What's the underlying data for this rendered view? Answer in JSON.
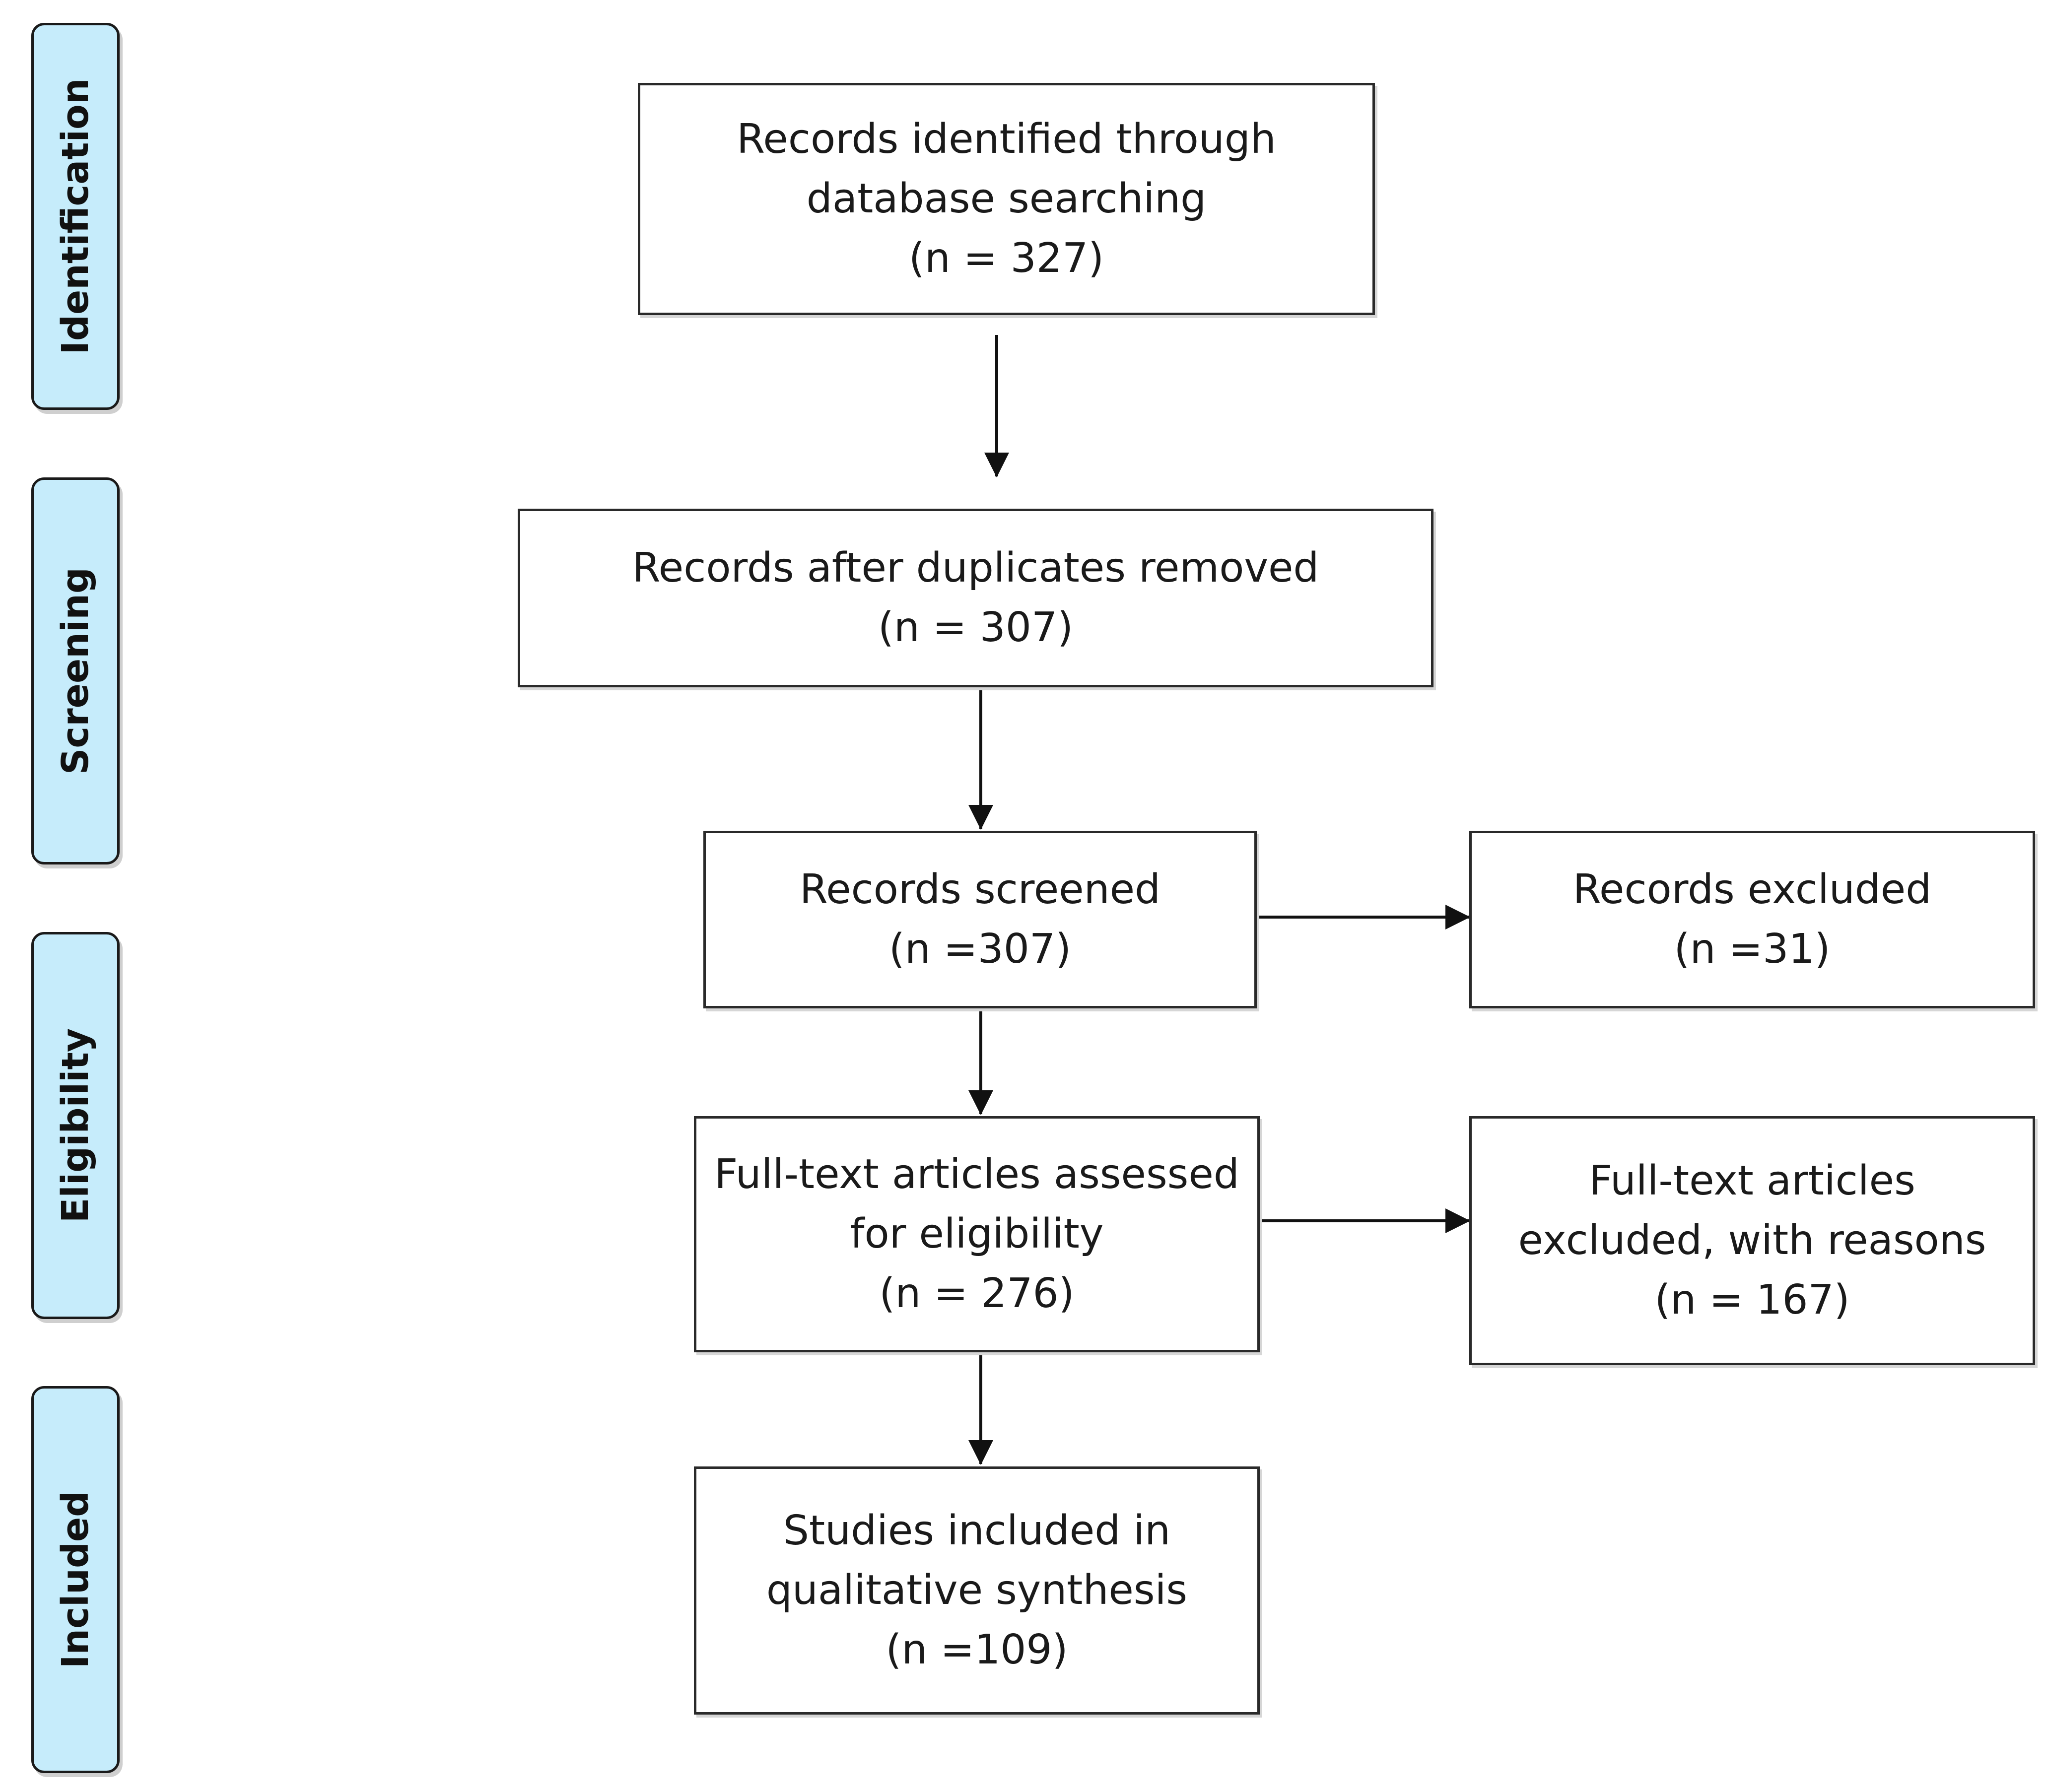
{
  "phases": {
    "identification": "Identification",
    "screening": "Screening",
    "eligibility": "Eligibility",
    "included": "Included"
  },
  "boxes": {
    "identified": {
      "line1": "Records identified through",
      "line2": "database searching",
      "line3": "(n = 327)"
    },
    "after_duplicates": {
      "line1": "Records after duplicates removed",
      "line2": "(n = 307)"
    },
    "screened": {
      "line1": "Records screened",
      "line2": "(n =307)"
    },
    "excluded": {
      "line1": "Records excluded",
      "line2": "(n =31)"
    },
    "fulltext_assessed": {
      "line1": "Full-text articles assessed",
      "line2": "for eligibility",
      "line3": "(n = 276)"
    },
    "fulltext_excluded": {
      "line1": "Full-text articles",
      "line2": "excluded, with reasons",
      "line3": "(n = 167)"
    },
    "included_studies": {
      "line1": "Studies included in",
      "line2": "qualitative synthesis",
      "line3": "(n =109)"
    }
  },
  "colors": {
    "phase_fill": "#c6ecfb",
    "stroke": "#1a1a1a"
  }
}
